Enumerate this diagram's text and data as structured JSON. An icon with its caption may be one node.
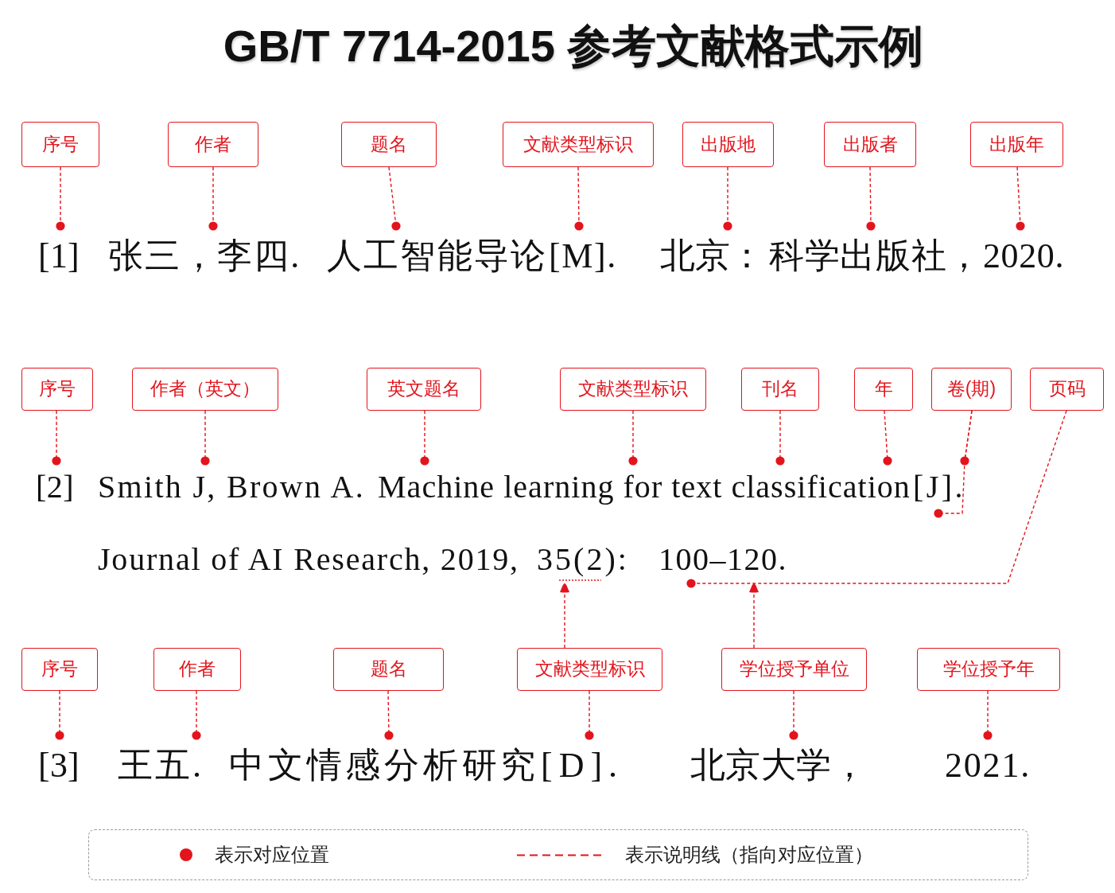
{
  "diagram": {
    "title": "GB/T 7714-2015 参考文献格式示例",
    "nodes": [
      {
        "text": [
          "序号"
        ]
      },
      {
        "text": [
          "作者"
        ]
      },
      {
        "text": [
          "题名"
        ]
      },
      {
        "text": [
          "文献类型标识"
        ]
      },
      {
        "text": [
          "出版地"
        ]
      },
      {
        "text": [
          "出版者"
        ]
      },
      {
        "text": [
          "出版年"
        ]
      },
      {
        "text": [
          "[1]"
        ]
      },
      {
        "text": [
          "张三，李四."
        ]
      },
      {
        "text": [
          "人工智能导论"
        ]
      },
      {
        "text": [
          "[M]."
        ]
      },
      {
        "text": [
          "北京："
        ]
      },
      {
        "text": [
          "科学出版社，"
        ]
      },
      {
        "text": [
          "2020."
        ]
      },
      {
        "text": [
          "序号"
        ]
      },
      {
        "text": [
          "作者（英文）"
        ]
      },
      {
        "text": [
          "英文题名"
        ]
      },
      {
        "text": [
          "文献类型标识"
        ]
      },
      {
        "text": [
          "刊名"
        ]
      },
      {
        "text": [
          "年"
        ]
      },
      {
        "text": [
          "卷(期)"
        ]
      },
      {
        "text": [
          "页码"
        ]
      },
      {
        "text": [
          "[2]"
        ]
      },
      {
        "text": [
          "Smith J, Brown A."
        ]
      },
      {
        "text": [
          "Machine learning for text classification"
        ]
      },
      {
        "text": [
          "[J]."
        ]
      },
      {
        "text": [
          "35(2):"
        ]
      },
      {
        "text": [
          "100–120."
        ]
      },
      {
        "text": [
          "序号"
        ]
      },
      {
        "text": [
          "作者"
        ]
      },
      {
        "text": [
          "题名"
        ]
      },
      {
        "text": [
          "文献类型标识"
        ]
      },
      {
        "text": [
          "学位授予单位"
        ]
      },
      {
        "text": [
          "学位授予年"
        ]
      },
      {
        "text": [
          "[3]"
        ]
      },
      {
        "text": [
          "王五."
        ]
      },
      {
        "text": [
          "中文情感分析研究"
        ]
      },
      {
        "text": [
          "[D]."
        ]
      },
      {
        "text": [
          "北京大学，"
        ]
      },
      {
        "text": [
          "2021."
        ]
      }
    ],
    "edges": [
      {
        "from": 0,
        "to": 7,
        "arrow": "other",
        "style": "dashed"
      },
      {
        "from": 1,
        "to": 8,
        "arrow": "other",
        "style": "dashed"
      },
      {
        "from": 2,
        "to": 9,
        "arrow": "other",
        "style": "dashed"
      },
      {
        "from": 3,
        "to": 10,
        "arrow": "other",
        "style": "dashed"
      },
      {
        "from": 4,
        "to": 11,
        "arrow": "other",
        "style": "dashed"
      },
      {
        "from": 5,
        "to": 12,
        "arrow": "other",
        "style": "dashed"
      },
      {
        "from": 6,
        "to": 13,
        "arrow": "other",
        "style": "dashed"
      },
      {
        "from": 14,
        "to": 22,
        "arrow": "other",
        "style": "dashed"
      },
      {
        "from": 15,
        "to": 23,
        "arrow": "other",
        "style": "dashed"
      },
      {
        "from": 16,
        "to": 24,
        "arrow": "other",
        "style": "dashed"
      },
      {
        "from": 17,
        "to": 24,
        "arrow": "other",
        "style": "dashed"
      },
      {
        "from": 18,
        "to": 24,
        "arrow": "other",
        "style": "dashed"
      },
      {
        "from": 19,
        "to": 24,
        "arrow": "other",
        "style": "dashed"
      },
      {
        "from": 20,
        "to": 25,
        "arrow": "other",
        "style": "dashed"
      },
      {
        "from": 20,
        "to": 25,
        "arrow": "other",
        "style": "dashed"
      },
      {
        "from": 21,
        "to": 27,
        "arrow": "other",
        "style": "dashed"
      },
      {
        "from": 28,
        "to": 34,
        "arrow": "other",
        "style": "dashed"
      },
      {
        "from": 29,
        "to": 35,
        "arrow": "other",
        "style": "dashed"
      },
      {
        "from": 30,
        "to": 36,
        "arrow": "other",
        "style": "dashed"
      },
      {
        "from": 31,
        "to": 37,
        "arrow": "other",
        "style": "dashed"
      },
      {
        "from": 32,
        "to": 38,
        "arrow": "other",
        "style": "dashed"
      },
      {
        "from": 33,
        "to": 39,
        "arrow": "other",
        "style": "dashed"
      },
      {
        "from": 31,
        "to": 26,
        "arrow": "to",
        "style": "dashed"
      },
      {
        "from": 32,
        "to": 27,
        "arrow": "to",
        "style": "dashed"
      }
    ],
    "labels": [
      "Journal of AI Research, 2019,"
    ],
    "legend": [
      {
        "text": "表示对应位置",
        "color": "#e3141c"
      },
      {
        "text": "表示说明线（指向对应位置）"
      }
    ]
  }
}
